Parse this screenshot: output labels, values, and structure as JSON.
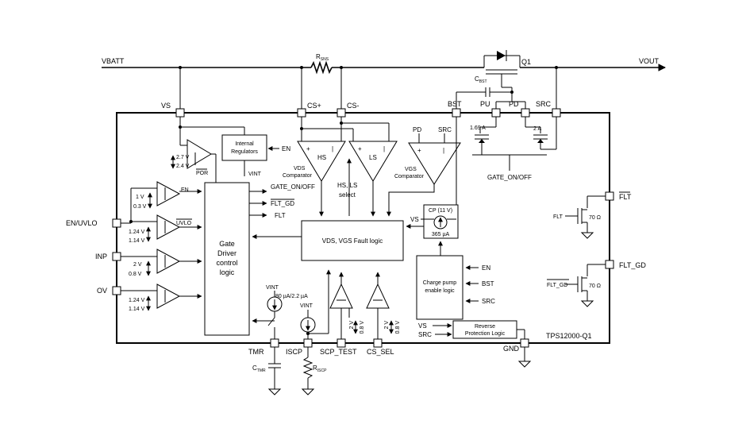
{
  "nets": {
    "vbatt": "VBATT",
    "vout": "VOUT",
    "rsns": "R",
    "rsns_sub": "SNS",
    "q1": "Q1",
    "cbst": "C",
    "cbst_sub": "BST"
  },
  "pins": {
    "vs": "VS",
    "cs_plus": "CS+",
    "cs_minus": "CS-",
    "bst": "BST",
    "pu": "PU",
    "pd": "PD",
    "src": "SRC",
    "en_uvlo": "EN/UVLO",
    "inp": "INP",
    "ov": "OV",
    "tmr": "TMR",
    "iscp": "ISCP",
    "scp_test": "SCP_TEST",
    "cs_sel": "CS_SEL",
    "gnd": "GND",
    "flt": "FLT",
    "flt_gd": "FLT_GD"
  },
  "blocks": {
    "internal_regulators_1": "Internal",
    "internal_regulators_2": "Regulators",
    "gate_driver_1": "Gate",
    "gate_driver_2": "Driver",
    "gate_driver_3": "control",
    "gate_driver_4": "logic",
    "fault_logic": "VDS, VGS Fault logic",
    "charge_pump_1": "Charge pump",
    "charge_pump_2": "enable logic",
    "reverse_1": "Reverse",
    "reverse_2": "Protection Logic",
    "cp_label": "CP (11 V)",
    "cp_current": "365 µA",
    "device": "TPS12000-Q1"
  },
  "labels": {
    "en": "EN",
    "vint": "VINT",
    "vint_tmr": "VINT",
    "vint_iscp": "VINT",
    "tmr_current": "80 µA/2.2 µA",
    "por": "POR",
    "gate_on_off": "GATE_ON/OFF",
    "gate_on_off_bottom": "GATE_ON/OFF",
    "flt_gd_out": "FLT_GD",
    "flt_out": "FLT",
    "uvlo": "UVLO",
    "hs": "HS",
    "ls": "LS",
    "vds_comp_1": "VDS",
    "vds_comp_2": "Comparator",
    "vgs_comp_1": "VGS",
    "vgs_comp_2": "Comparator",
    "hs_ls_select_1": "HS, LS",
    "hs_ls_select_2": "select",
    "pd_top": "PD",
    "src_top": "SRC",
    "pu_current": "1.69 A",
    "pd_current": "2 A",
    "vs_cp": "VS",
    "cp_en": "EN",
    "cp_bst": "BST",
    "cp_src": "SRC",
    "rev_vs": "VS",
    "rev_src": "SRC",
    "flt_gate": "FLT",
    "flt_gd_gate": "FLT_GD",
    "r70_a": "70 Ω",
    "r70_b": "70 Ω",
    "ctmr": "C",
    "ctmr_sub": "TMR",
    "riscp": "R",
    "riscp_sub": "ISCP",
    "v27": "2.7 V",
    "v24": "2.4 V",
    "v1": "1 V",
    "v03": "0.3 V",
    "v124a": "1.24 V",
    "v114a": "1.14 V",
    "v2": "2 V",
    "v08": "0.8 V",
    "v124b": "1.24 V",
    "v114b": "1.14 V",
    "scp_2v": "2 V",
    "scp_08v": "0.8 V",
    "cs_2v": "2 V",
    "cs_08v": "0.8 V"
  }
}
